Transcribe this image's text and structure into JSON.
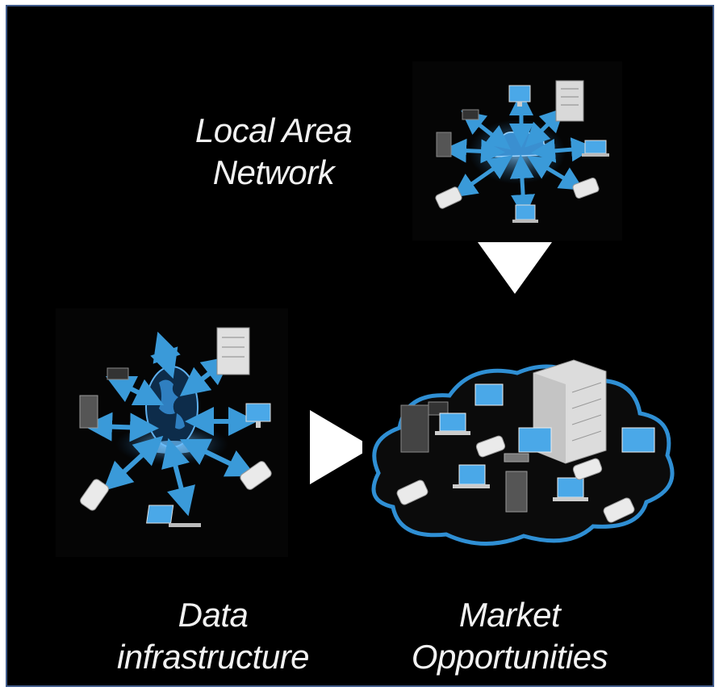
{
  "labels": {
    "lan": [
      "Local Area",
      "Network"
    ],
    "data": [
      "Data",
      "infrastructure"
    ],
    "market": [
      "Market",
      "Opportunities"
    ]
  },
  "colors": {
    "background": "#000000",
    "accent": "#3a9ad9",
    "frame_border": "#3f5a8a",
    "arrow": "#ffffff"
  },
  "icons": [
    "cloud-hub-icon",
    "globe-hub-icon",
    "server-tower-icon",
    "laptop-icon",
    "phone-icon",
    "desktop-monitor-icon",
    "pc-tower-icon"
  ]
}
